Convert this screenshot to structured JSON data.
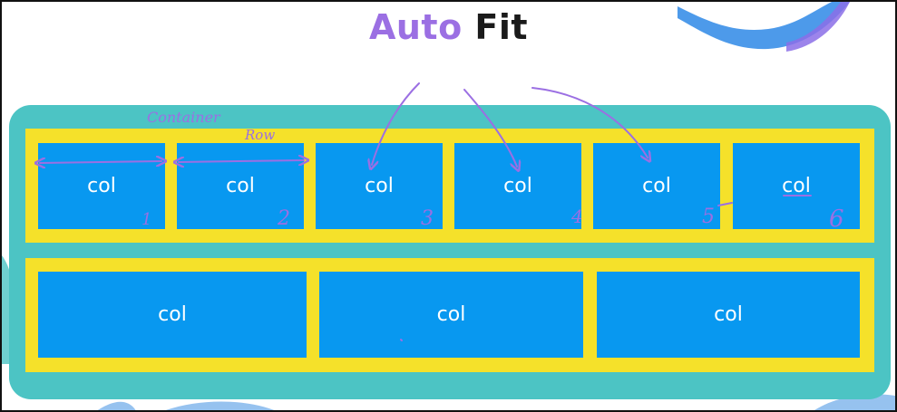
{
  "title": {
    "word1": "Auto",
    "word2": "Fit"
  },
  "annotations": {
    "container": "Container",
    "row": "Row"
  },
  "rows": [
    {
      "cols": [
        {
          "label": "col",
          "num": "1"
        },
        {
          "label": "col",
          "num": "2"
        },
        {
          "label": "col",
          "num": "3"
        },
        {
          "label": "col",
          "num": "4"
        },
        {
          "label": "col",
          "num": "5"
        },
        {
          "label": "col",
          "num": "6"
        }
      ]
    },
    {
      "cols": [
        {
          "label": "col"
        },
        {
          "label": "col"
        },
        {
          "label": "col"
        }
      ]
    }
  ],
  "colors": {
    "container": "#4cc4c4",
    "row": "#f5e12a",
    "col": "#0898f0",
    "annotation": "#9b6fe3"
  }
}
